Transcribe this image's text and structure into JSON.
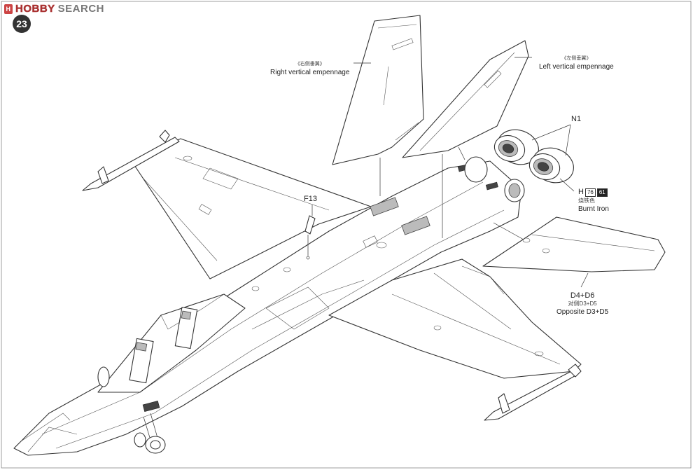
{
  "header": {
    "logo_mark": "H",
    "logo_brand": "HOBBY",
    "logo_search": "SEARCH",
    "step_number": "23"
  },
  "callouts": {
    "right_fin": {
      "cn": "《右侧垂翼》",
      "en": "Right vertical empennage"
    },
    "left_fin": {
      "cn": "《左侧垂翼》",
      "en": "Left vertical empennage"
    },
    "nozzle_part": "N1",
    "nozzle_color": {
      "prefix": "H",
      "code1": "76",
      "code2": "61",
      "cn": "烧铁色",
      "en": "Burnt Iron"
    },
    "antenna_part": "F13",
    "stabilizer": {
      "part": "D4+D6",
      "cn": "对侧D3+D5",
      "en": "Opposite D3+D5"
    }
  },
  "colors": {
    "line": "#333333",
    "background": "#ffffff",
    "logo_red": "#aa3333"
  }
}
